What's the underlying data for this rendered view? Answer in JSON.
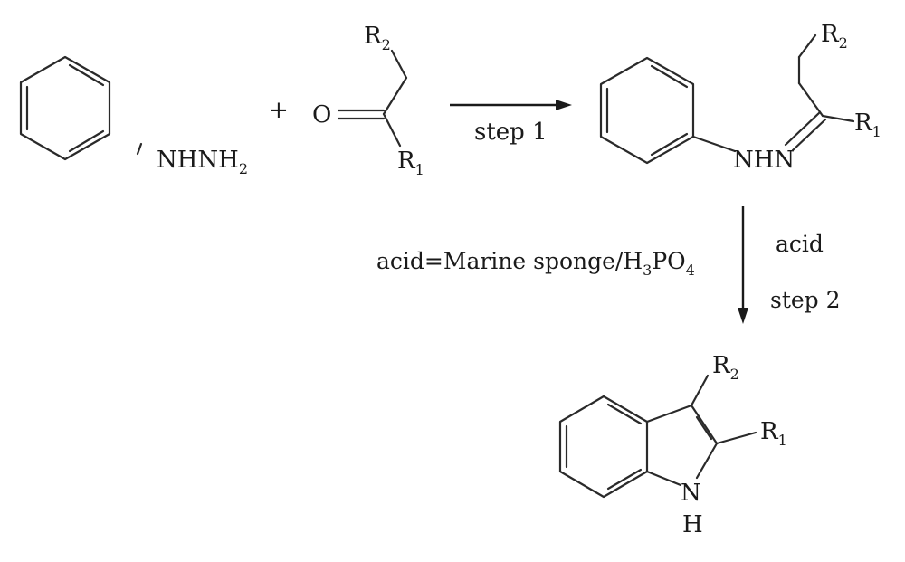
{
  "reactant1": {
    "group": "NHNH",
    "sub": "2"
  },
  "plus": "+",
  "reactant2": {
    "oxygen": "O",
    "r2": "R",
    "r2_sub": "2",
    "r1": "R",
    "r1_sub": "1"
  },
  "step1": {
    "label": "step 1"
  },
  "hydrazone": {
    "nh": "NHN",
    "r2": "R",
    "r2_sub": "2",
    "r1": "R",
    "r1_sub": "1"
  },
  "condition": {
    "prefix": "acid=Marine sponge/H",
    "sub1": "3",
    "mid": "PO",
    "sub2": "4"
  },
  "step2": {
    "reagent": "acid",
    "label": "step 2"
  },
  "product": {
    "r2": "R",
    "r2_sub": "2",
    "r1": "R",
    "r1_sub": "1",
    "n": "N",
    "h": "H"
  }
}
